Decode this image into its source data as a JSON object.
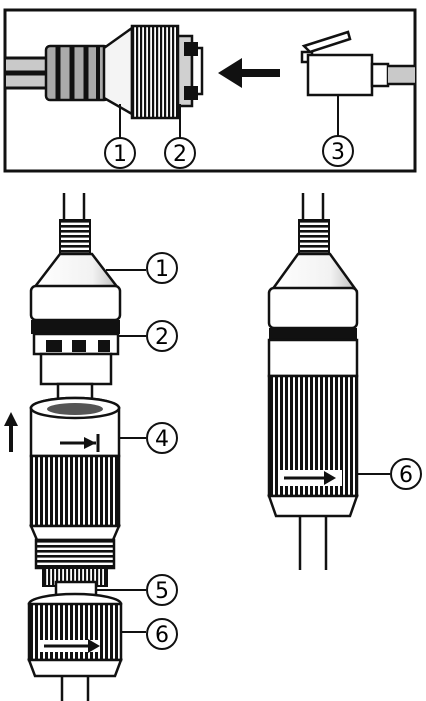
{
  "diagram": {
    "top_panel": {
      "callouts": [
        {
          "id": "c1",
          "label": "1"
        },
        {
          "id": "c2",
          "label": "2"
        },
        {
          "id": "c3",
          "label": "3"
        }
      ]
    },
    "left_assembly": {
      "callouts": [
        {
          "id": "c1",
          "label": "1"
        },
        {
          "id": "c2",
          "label": "2"
        },
        {
          "id": "c4",
          "label": "4"
        },
        {
          "id": "c5",
          "label": "5"
        },
        {
          "id": "c6",
          "label": "6"
        }
      ]
    },
    "right_assembly": {
      "callouts": [
        {
          "id": "c6",
          "label": "6"
        }
      ]
    }
  }
}
